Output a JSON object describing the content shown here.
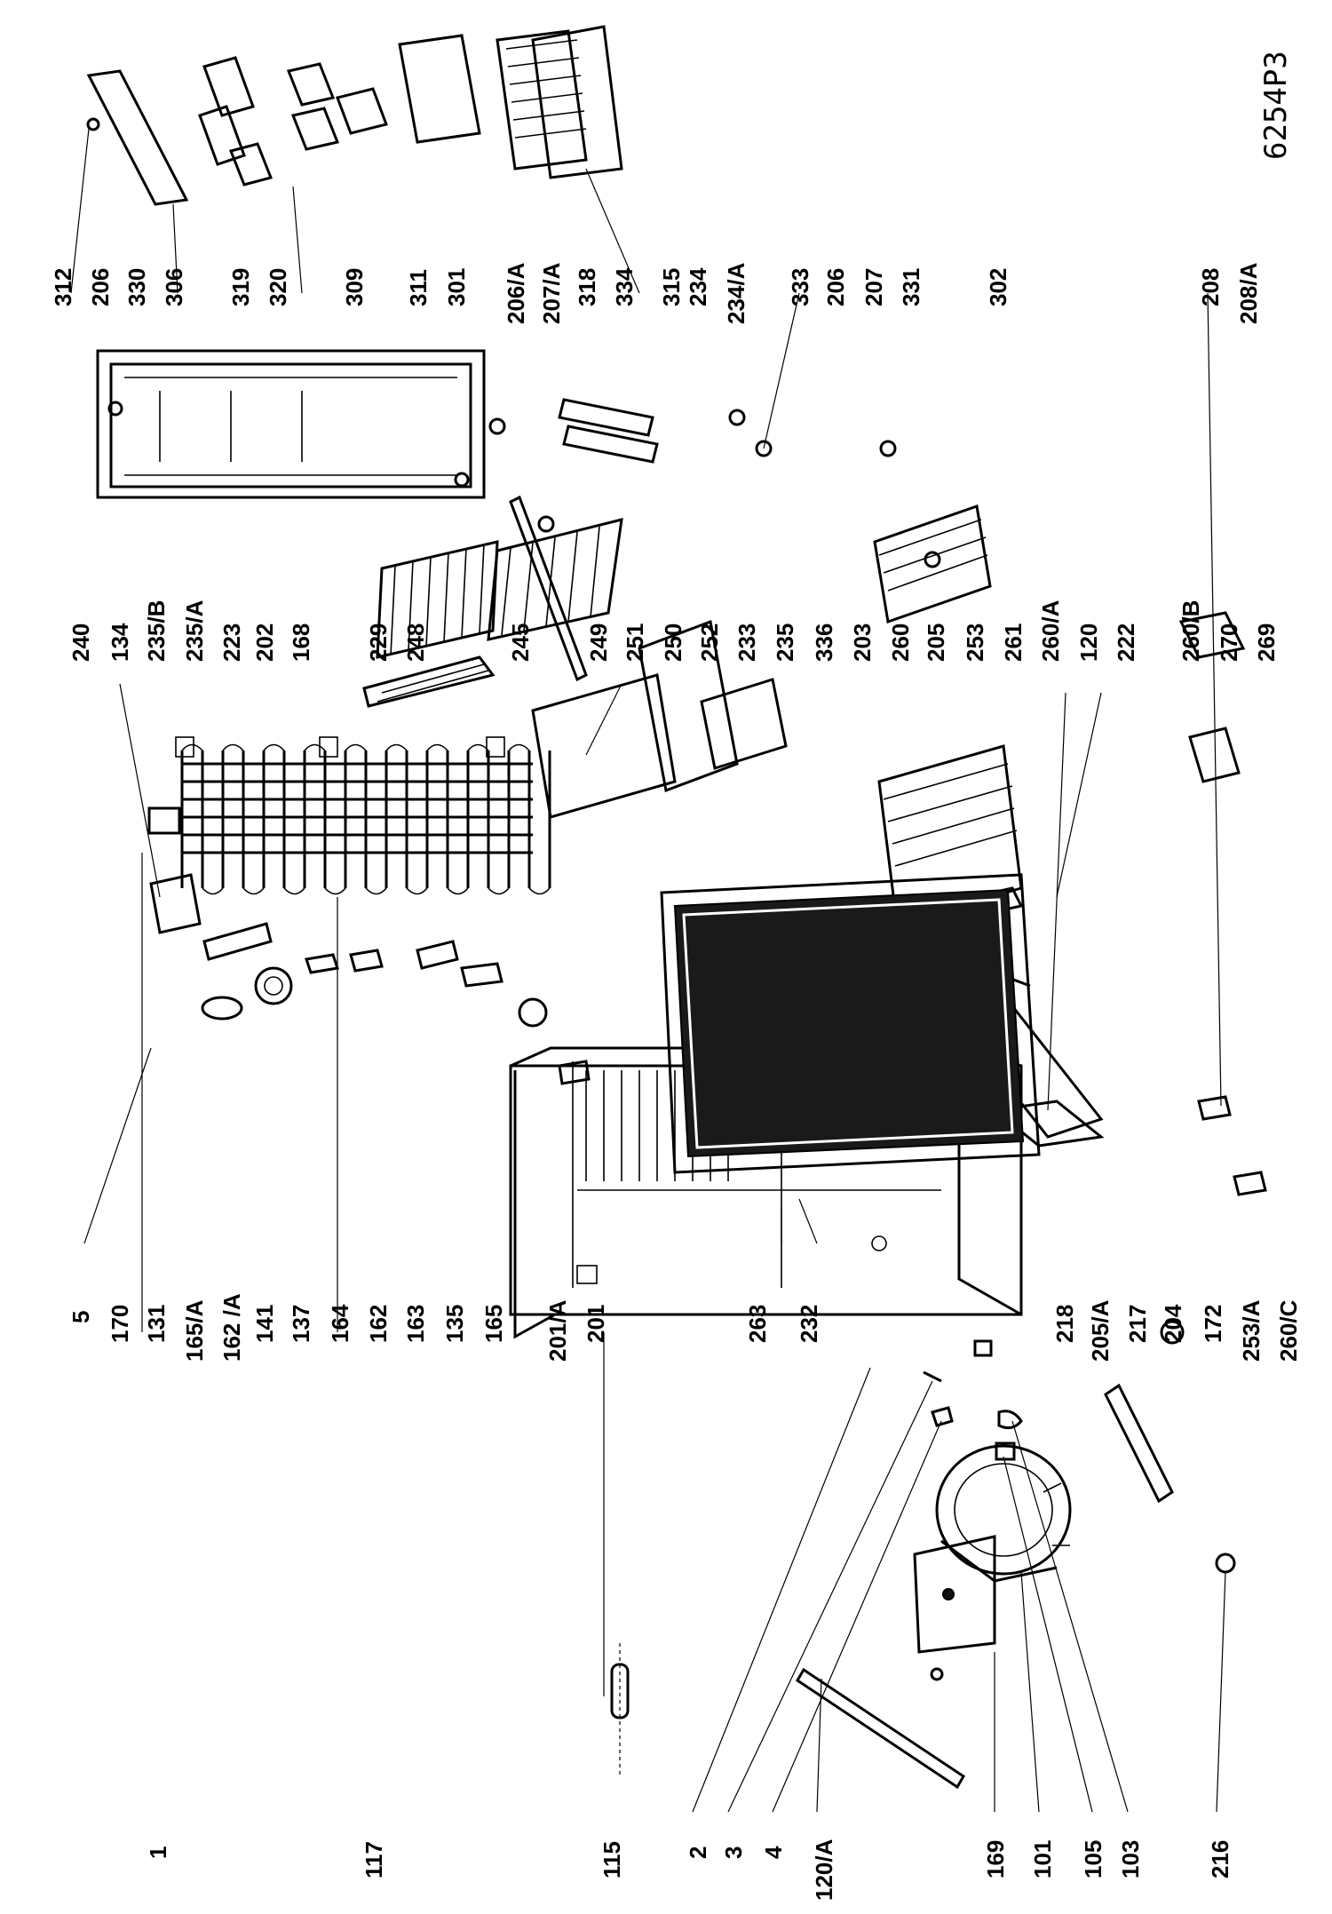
{
  "drawing_code": "6254P3",
  "labels": {
    "left_column": [
      "1",
      "117",
      "115",
      "2",
      "3",
      "4",
      "120/A",
      "169",
      "101",
      "105",
      "103",
      "216"
    ],
    "middle_bottom_row": [
      "5",
      "170",
      "131",
      "165/A",
      "162 /A",
      "141",
      "137",
      "164",
      "162",
      "163",
      "135",
      "165",
      "201/A",
      "201",
      "263",
      "232",
      "218",
      "205/A",
      "217",
      "204",
      "172",
      "253/A",
      "260/C"
    ],
    "middle_top_row": [
      "240",
      "134",
      "235/B",
      "235/A",
      "223",
      "202",
      "168",
      "229",
      "248",
      "245",
      "249",
      "251",
      "250",
      "252",
      "233",
      "235",
      "336",
      "203",
      "260",
      "205",
      "253",
      "261",
      "260/A",
      "120",
      "222",
      "260/B",
      "270",
      "269"
    ],
    "right_top_row": [
      "312",
      "206",
      "330",
      "306",
      "319",
      "320",
      "309",
      "311",
      "301",
      "206/A",
      "207/A",
      "318",
      "334",
      "315",
      "234",
      "234/A",
      "333",
      "206",
      "207",
      "331",
      "302",
      "208",
      "208/A"
    ]
  }
}
